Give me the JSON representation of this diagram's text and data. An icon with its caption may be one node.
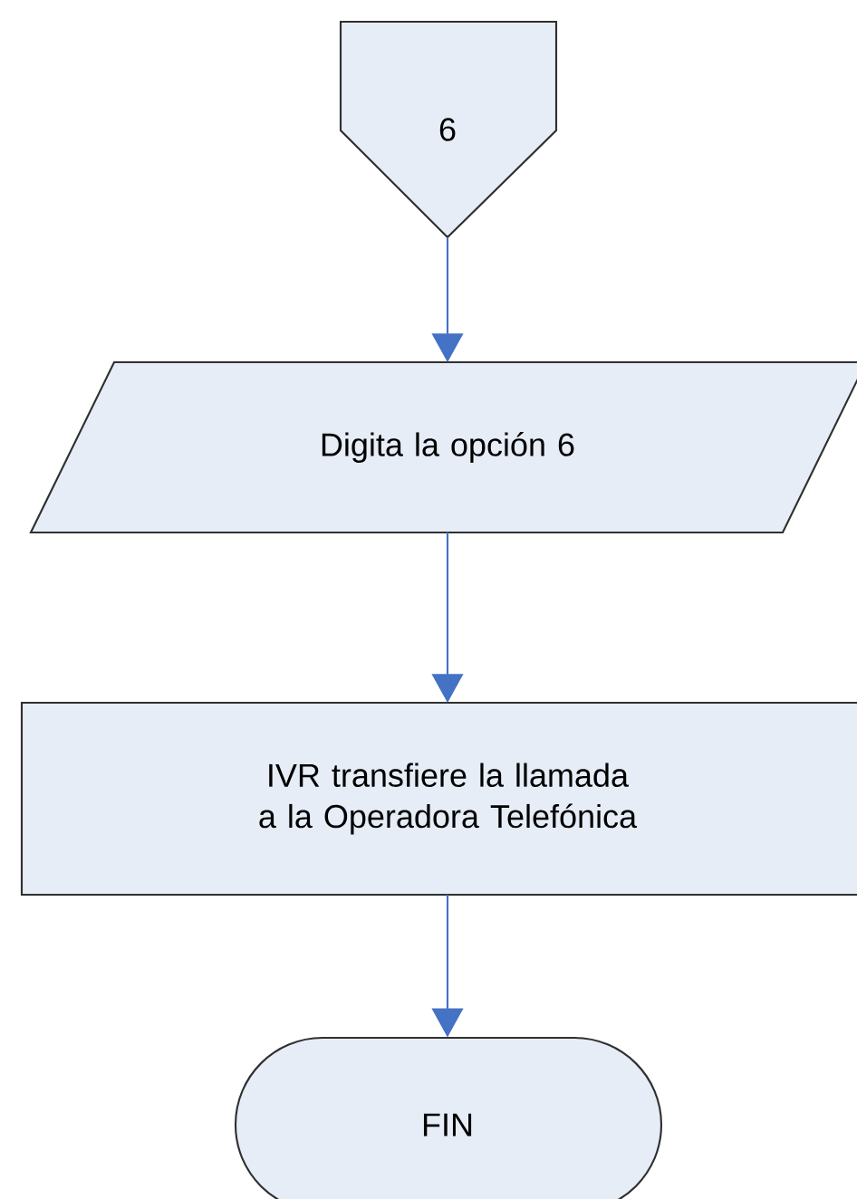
{
  "diagram": {
    "nodes": [
      {
        "text": [
          "6"
        ]
      },
      {
        "text": [
          "Digita la opción 6"
        ]
      },
      {
        "text": [
          "IVR transfiere la llamada a la Operadora Telefónica"
        ]
      },
      {
        "text": [
          "FIN"
        ]
      }
    ],
    "edges": [
      {
        "from": 0,
        "to": 1,
        "arrow": "to"
      },
      {
        "from": 1,
        "to": 2,
        "arrow": "to"
      },
      {
        "from": 2,
        "to": 3,
        "arrow": "to"
      }
    ]
  }
}
